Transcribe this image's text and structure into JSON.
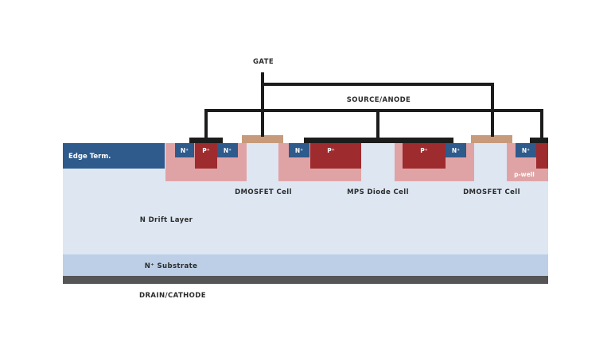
{
  "labels": {
    "gate": "GATE",
    "source_anode": "SOURCE/ANODE",
    "edge_term": "Edge Term.",
    "dmosfet_cell_left": "DMOSFET Cell",
    "mps_diode_cell": "MPS Diode Cell",
    "dmosfet_cell_right": "DMOSFET Cell",
    "n_drift_layer": "N Drift Layer",
    "n_substrate": "N⁺ Substrate",
    "drain_cathode": "DRAIN/CATHODE",
    "p_well": "p-well"
  },
  "regions": {
    "n_plus": "N⁺",
    "p_plus": "P⁺"
  },
  "colors": {
    "drift": "#dde6f1",
    "substrate": "#bccfe6",
    "drain_metal": "#555555",
    "edge_term": "#2e5a8c",
    "n_plus": "#2e5a8c",
    "p_plus": "#9e2b2e",
    "p_well": "#e0a3a5",
    "gate_poly": "#c79a7b",
    "metal": "#1c1c1c"
  }
}
